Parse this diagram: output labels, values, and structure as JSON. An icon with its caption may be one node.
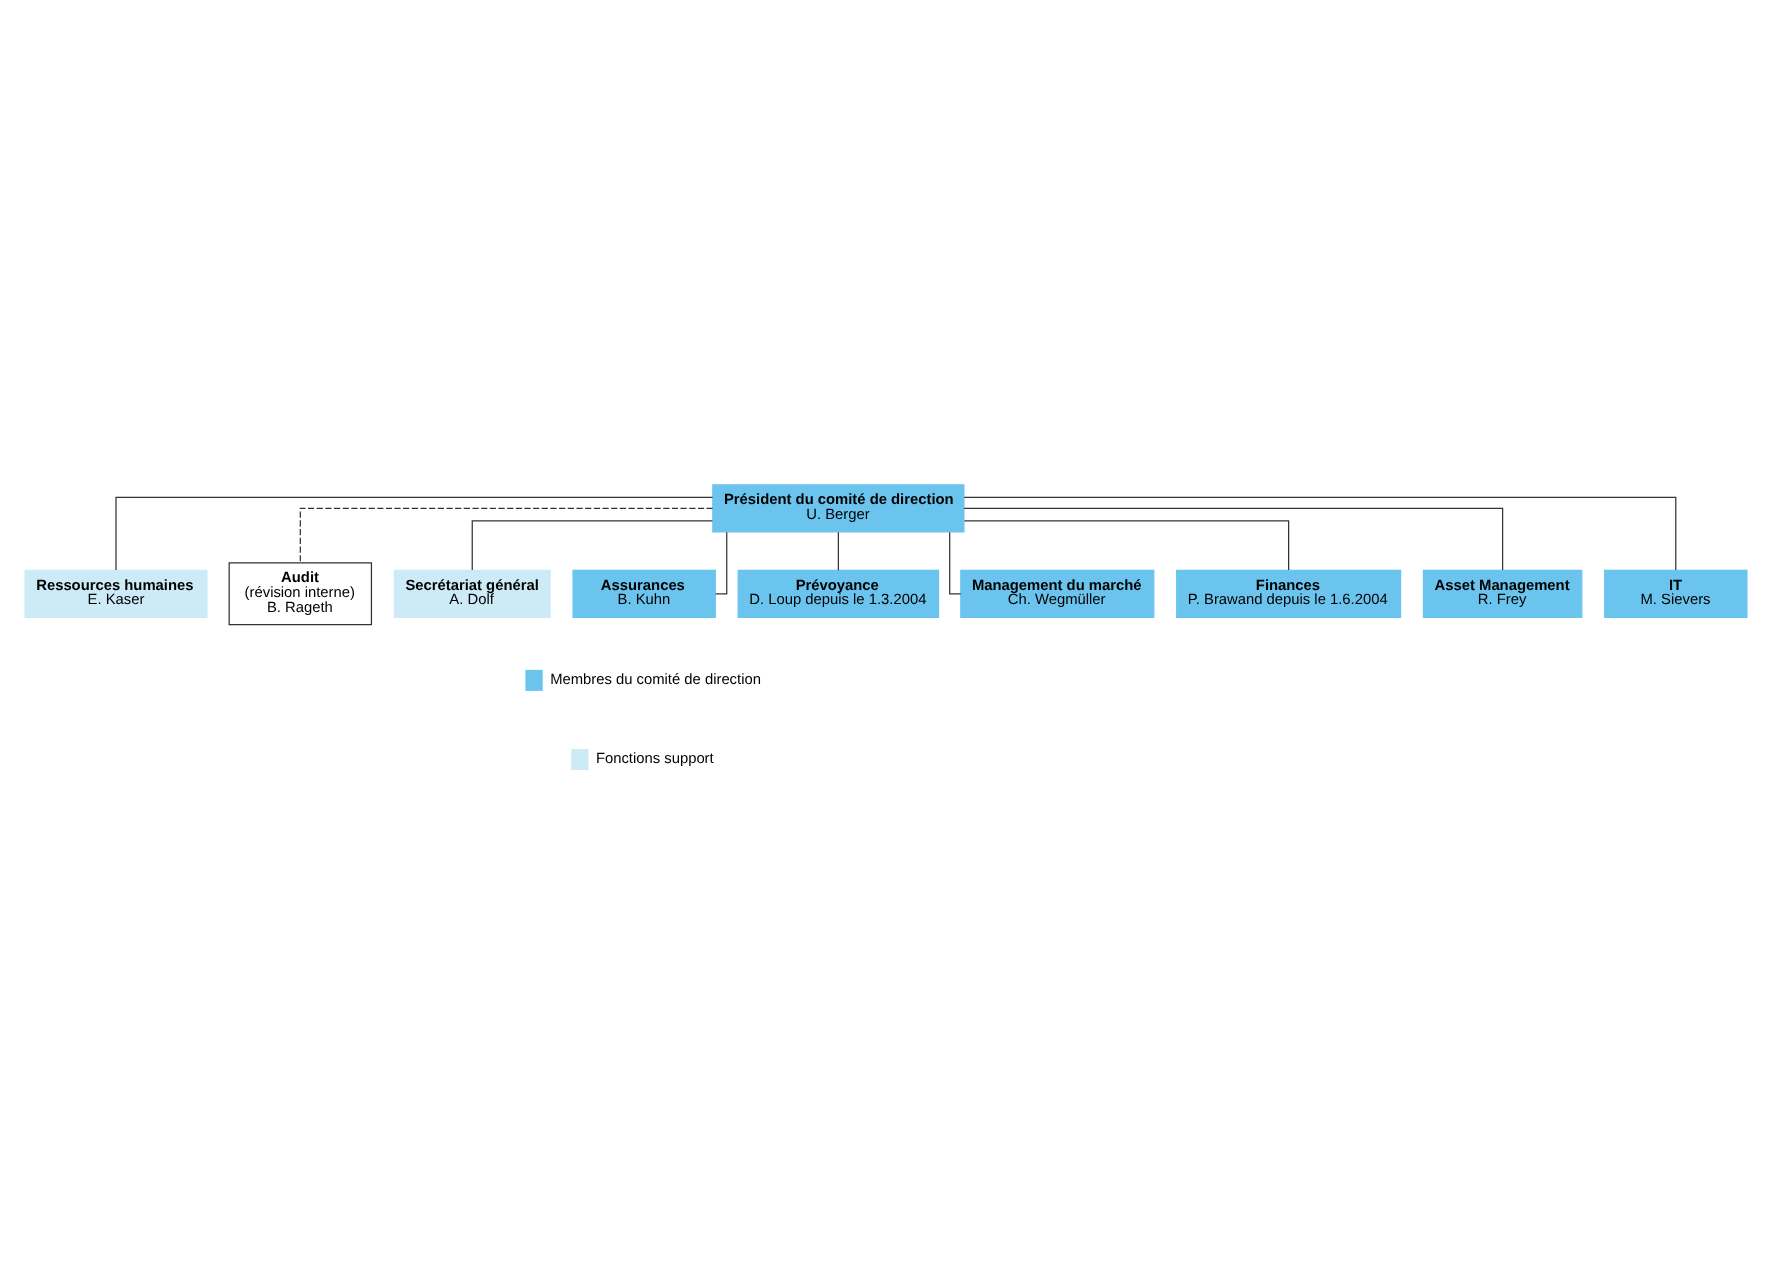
{
  "diagram": {
    "nodes": [
      {
        "text": [
          "Président du comité de direction",
          "U. Berger"
        ]
      },
      {
        "text": [
          "Ressources humaines",
          "E. Kaser"
        ]
      },
      {
        "text": [
          "Audit",
          "(révision interne)",
          "B. Rageth"
        ]
      },
      {
        "text": [
          "Secrétariat général",
          "A. Dolf"
        ]
      },
      {
        "text": [
          "Assurances",
          "B. Kuhn"
        ]
      },
      {
        "text": [
          "Prévoyance",
          "D. Loup depuis le 1.3.2004"
        ]
      },
      {
        "text": [
          "Management du marché",
          "Ch. Wegmüller"
        ]
      },
      {
        "text": [
          "Finances",
          "P. Brawand depuis le 1.6.2004"
        ]
      },
      {
        "text": [
          "Asset Management",
          "R. Frey"
        ]
      },
      {
        "text": [
          "IT",
          "M. Sievers"
        ]
      }
    ],
    "edges": [
      {
        "from": 0,
        "to": 1,
        "arrow": "none"
      },
      {
        "from": 0,
        "to": 2,
        "arrow": "none",
        "style": "dashed"
      },
      {
        "from": 0,
        "to": 3,
        "arrow": "none"
      },
      {
        "from": 0,
        "to": 4,
        "arrow": "none"
      },
      {
        "from": 0,
        "to": 5,
        "arrow": "none"
      },
      {
        "from": 0,
        "to": 6,
        "arrow": "none"
      },
      {
        "from": 0,
        "to": 7,
        "arrow": "none"
      },
      {
        "from": 0,
        "to": 8,
        "arrow": "none"
      },
      {
        "from": 0,
        "to": 9,
        "arrow": "none"
      }
    ],
    "legend": [
      {
        "text": "Membres du comité de direction",
        "color": "#6ac4ee"
      },
      {
        "text": "Fonctions support",
        "color": "#cdeaf7"
      }
    ]
  }
}
